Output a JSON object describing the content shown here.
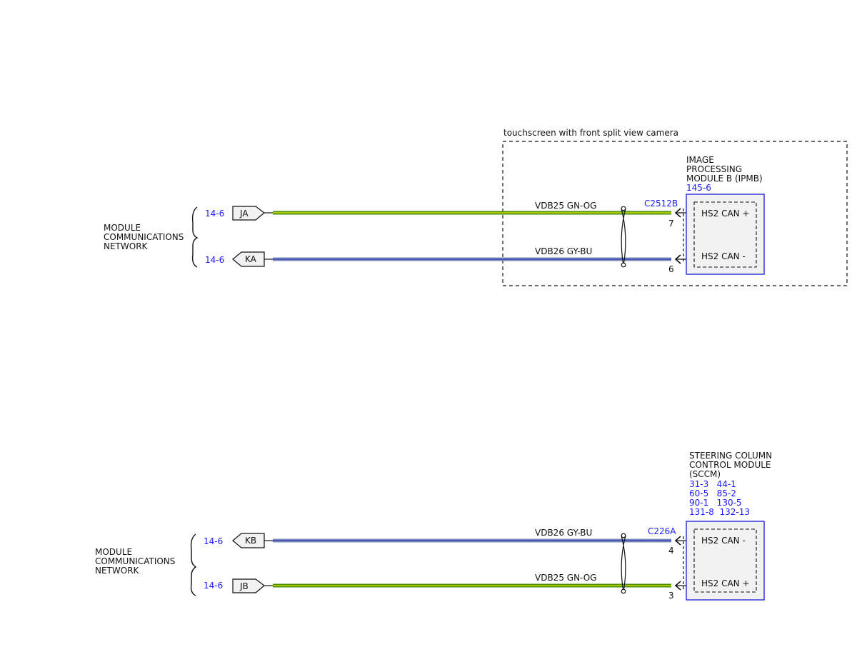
{
  "colors": {
    "ink": "#111111",
    "link_blue": "#1a1aff",
    "module_border": "#2a2ad8",
    "module_fill": "#f2f2f2",
    "wire_green": "#4a8f0a",
    "wire_green_light": "#c8d800",
    "wire_gray": "#7a8cb8",
    "wire_blue": "#4040c0"
  },
  "top": {
    "enclosure_label": "touchscreen with front split view camera",
    "network_label": [
      "MODULE",
      "COMMUNICATIONS",
      "NETWORK"
    ],
    "module": {
      "name_lines": [
        "IMAGE",
        "PROCESSING",
        "MODULE B (IPMB)"
      ],
      "refs": [
        "145-6"
      ],
      "connector": "C2512B"
    },
    "circuits": [
      {
        "ref": "14-6",
        "tag": "JA",
        "tag_dir": "out",
        "wire": "VDB25  GN-OG",
        "color": "green",
        "pin": "7",
        "terminal": "HS2 CAN +"
      },
      {
        "ref": "14-6",
        "tag": "KA",
        "tag_dir": "in",
        "wire": "VDB26  GY-BU",
        "color": "gray",
        "pin": "6",
        "terminal": "HS2 CAN -"
      }
    ]
  },
  "bottom": {
    "network_label": [
      "MODULE",
      "COMMUNICATIONS",
      "NETWORK"
    ],
    "module": {
      "name_lines": [
        "STEERING COLUMN",
        "CONTROL MODULE",
        "(SCCM)"
      ],
      "refs": [
        "31-3   44-1",
        "60-5   85-2",
        "90-1   130-5",
        "131-8  132-13"
      ],
      "connector": "C226A"
    },
    "circuits": [
      {
        "ref": "14-6",
        "tag": "KB",
        "tag_dir": "in",
        "wire": "VDB26  GY-BU",
        "color": "gray",
        "pin": "4",
        "terminal": "HS2 CAN -"
      },
      {
        "ref": "14-6",
        "tag": "JB",
        "tag_dir": "out",
        "wire": "VDB25  GN-OG",
        "color": "green",
        "pin": "3",
        "terminal": "HS2 CAN +"
      }
    ]
  }
}
